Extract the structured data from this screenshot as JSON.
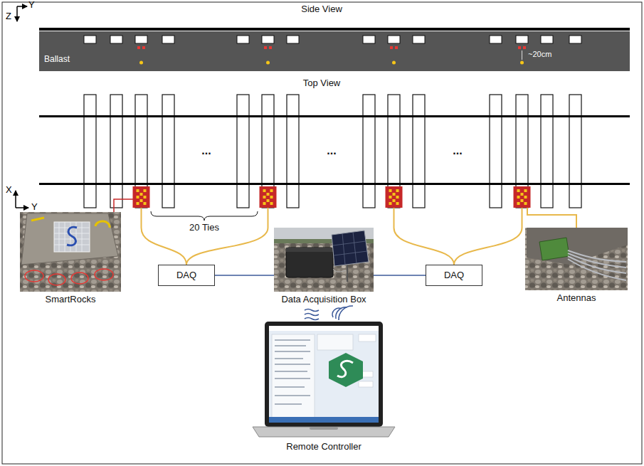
{
  "diagram": {
    "nodes": [
      {
        "text": [
          "SmartRocks"
        ]
      },
      {
        "text": [
          "DAQ"
        ]
      },
      {
        "text": [
          "Data Acquisition Box"
        ]
      },
      {
        "text": [
          "DAQ"
        ]
      },
      {
        "text": [
          "Antennas"
        ]
      },
      {
        "text": [
          "Remote Controller"
        ]
      }
    ],
    "edges": [
      {
        "from": 1,
        "to": 2,
        "arrow": "none"
      },
      {
        "from": 2,
        "to": 3,
        "arrow": "none"
      }
    ],
    "labels": [
      "Y",
      "Z",
      "Side View",
      "Ballast",
      "~20cm",
      "Top View",
      "...",
      "...",
      "...",
      "X",
      "Y",
      "20 Ties"
    ]
  }
}
